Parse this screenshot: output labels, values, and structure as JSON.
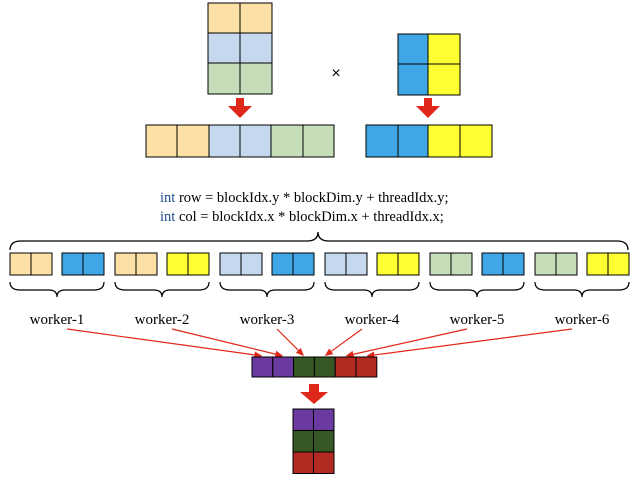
{
  "colors": {
    "cream": "#fde0a6",
    "light_blue": "#c5d8ee",
    "light_green": "#c5deb9",
    "blue": "#3fa7e5",
    "yellow": "#fefe33",
    "purple": "#6a3aa0",
    "dark_green": "#375825",
    "red": "#b32a23",
    "arrow_red": "#e0281a",
    "keyword_blue": "#1f4e8c"
  },
  "operator": "×",
  "code": {
    "line1_kw": "int",
    "line1_rest": " row = blockIdx.y * blockDim.y + threadIdx.y;",
    "line2_kw": "int",
    "line2_rest": " col = blockIdx.x * blockDim.x + threadIdx.x;"
  },
  "workers": [
    {
      "label": "worker-1",
      "left_color": "cream",
      "right_color": "blue"
    },
    {
      "label": "worker-2",
      "left_color": "cream",
      "right_color": "yellow"
    },
    {
      "label": "worker-3",
      "left_color": "light_blue",
      "right_color": "blue"
    },
    {
      "label": "worker-4",
      "left_color": "light_blue",
      "right_color": "yellow"
    },
    {
      "label": "worker-5",
      "left_color": "light_green",
      "right_color": "blue"
    },
    {
      "label": "worker-6",
      "left_color": "light_green",
      "right_color": "yellow"
    }
  ],
  "result_row": [
    "purple",
    "purple",
    "dark_green",
    "dark_green",
    "red",
    "red"
  ],
  "result_matrix": [
    [
      "purple",
      "purple"
    ],
    [
      "dark_green",
      "dark_green"
    ],
    [
      "red",
      "red"
    ]
  ]
}
